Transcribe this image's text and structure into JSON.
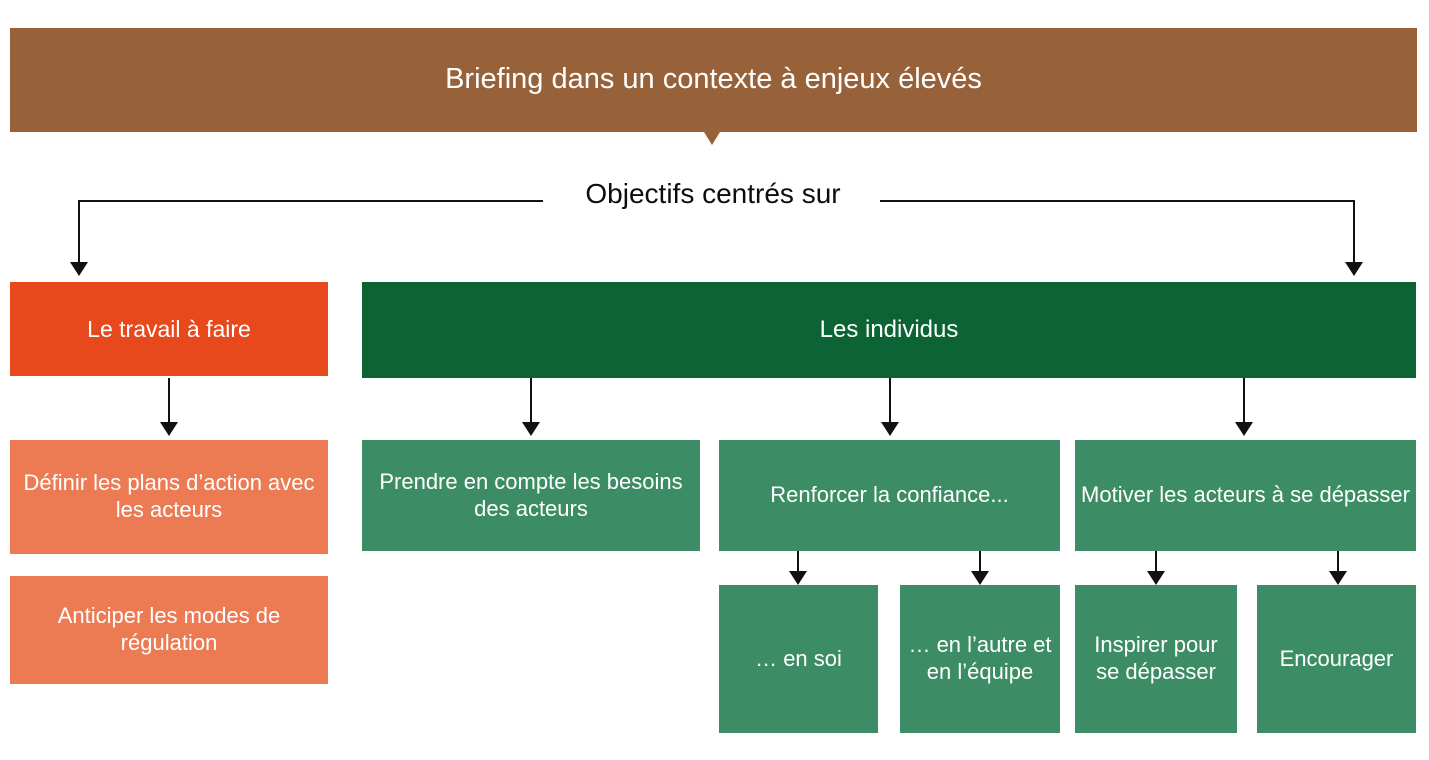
{
  "diagram": {
    "title": "Briefing dans un contexte à enjeux élevés",
    "center_label": "Objectifs centrés sur",
    "branches": {
      "work": {
        "header": "Le travail à faire",
        "children": [
          "Définir les plans d’action avec les acteurs",
          "Anticiper les modes de régulation"
        ]
      },
      "people": {
        "header": "Les individus",
        "children": [
          {
            "label": "Prendre en compte les besoins des acteurs",
            "children": []
          },
          {
            "label": "Renforcer la confiance...",
            "children": [
              "… en soi",
              "… en l’autre et en l’équipe"
            ]
          },
          {
            "label": "Motiver les acteurs à se dépasser",
            "children": [
              "Inspirer pour se dépasser",
              "Encourager"
            ]
          }
        ]
      }
    },
    "colors": {
      "title_bar": "#97613A",
      "work_header": "#E8491C",
      "work_child": "#EC7B54",
      "people_header": "#0C6434",
      "people_child": "#3C8D65",
      "connector": "#111111",
      "text_on_fill": "#FFFFFF",
      "text_on_white": "#0D0D0D"
    }
  }
}
